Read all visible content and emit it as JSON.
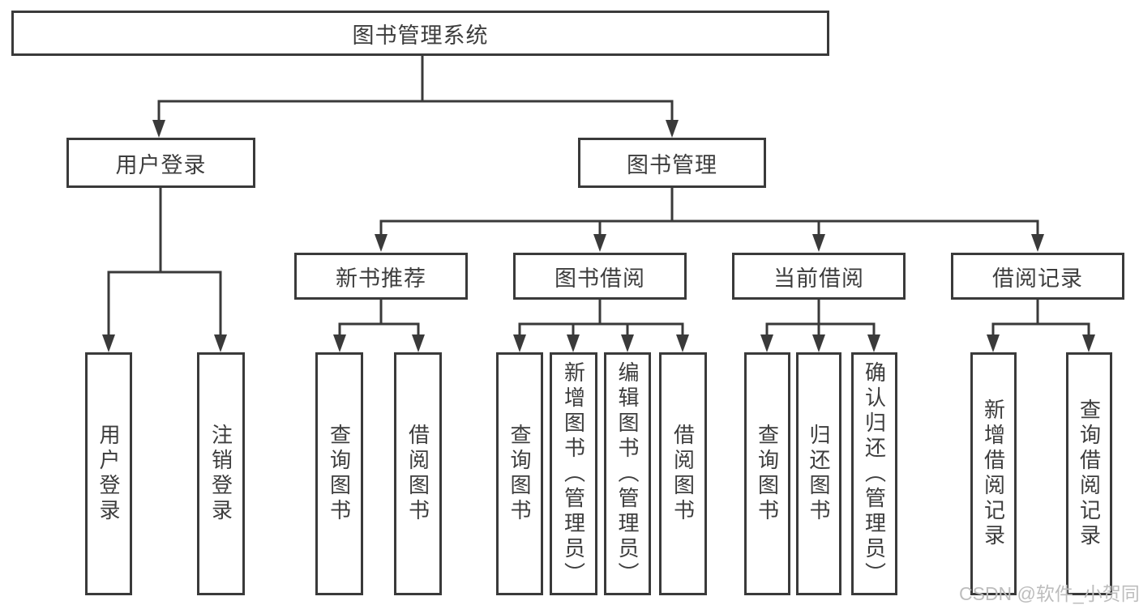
{
  "tree": {
    "label": "图书管理系统",
    "children": [
      {
        "label": "用户登录",
        "children": [
          {
            "label": "用户登录"
          },
          {
            "label": "注销登录"
          }
        ]
      },
      {
        "label": "图书管理",
        "children": [
          {
            "label": "新书推荐",
            "children": [
              {
                "label": "查询图书"
              },
              {
                "label": "借阅图书"
              }
            ]
          },
          {
            "label": "图书借阅",
            "children": [
              {
                "label": "查询图书"
              },
              {
                "label": "新增图书（管理员）"
              },
              {
                "label": "编辑图书（管理员）"
              },
              {
                "label": "借阅图书"
              }
            ]
          },
          {
            "label": "当前借阅",
            "children": [
              {
                "label": "查询图书"
              },
              {
                "label": "归还图书"
              },
              {
                "label": "确认归还（管理员）"
              }
            ]
          },
          {
            "label": "借阅记录",
            "children": [
              {
                "label": "新增借阅记录"
              },
              {
                "label": "查询借阅记录"
              }
            ]
          }
        ]
      }
    ]
  },
  "watermark": {
    "text": "CSDN @软件_小贺同学"
  },
  "colors": {
    "line": "#3a3a3a",
    "box_border": "#3a3a3a",
    "box_background": "#ffffff",
    "text": "#3d3d3d",
    "watermark": "#bdbdbd",
    "page_background": "#ffffff"
  }
}
